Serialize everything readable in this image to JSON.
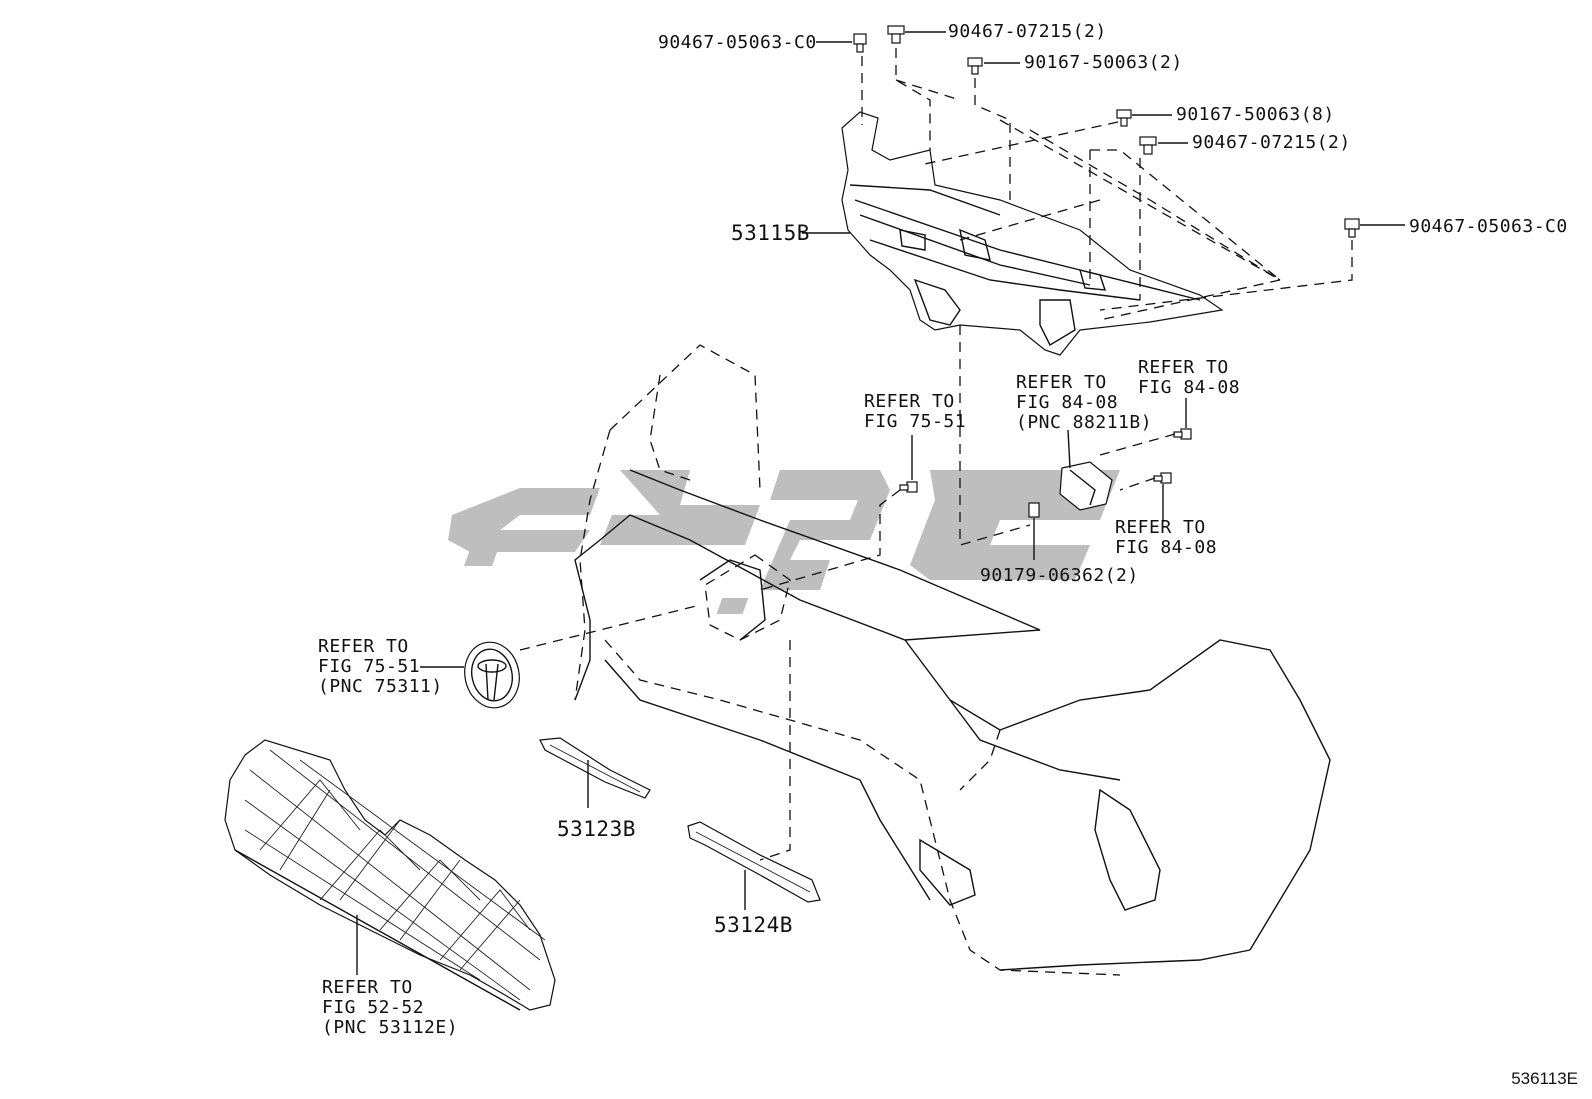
{
  "diagram_id": "536113E",
  "watermark_color": "#b3b3b3",
  "labels": {
    "fastener_a_left": "90467-05063-C0",
    "fastener_b_top": "90467-07215(2)",
    "fastener_c_top": "90167-50063(2)",
    "fastener_c_right": "90167-50063(8)",
    "fastener_b_right": "90467-07215(2)",
    "fastener_a_right": "90467-05063-C0",
    "upper_support": "53115B",
    "ref_fig_7551_bolt": [
      "REFER TO",
      "FIG 75-51"
    ],
    "ref_fig_8408_sensor": [
      "REFER TO",
      "FIG 84-08",
      "(PNC 88211B)"
    ],
    "ref_fig_8408_bolt_top": [
      "REFER TO",
      "FIG 84-08"
    ],
    "ref_fig_8408_bolt_lower": [
      "REFER TO",
      "FIG 84-08"
    ],
    "clip_90179": "90179-06362(2)",
    "ref_emblem": [
      "REFER TO",
      "FIG 75-51",
      "(PNC 75311)"
    ],
    "moulding_left": "53123B",
    "moulding_right": "53124B",
    "ref_grille": [
      "REFER TO",
      "FIG 52-52",
      "(PNC 53112E)"
    ]
  }
}
